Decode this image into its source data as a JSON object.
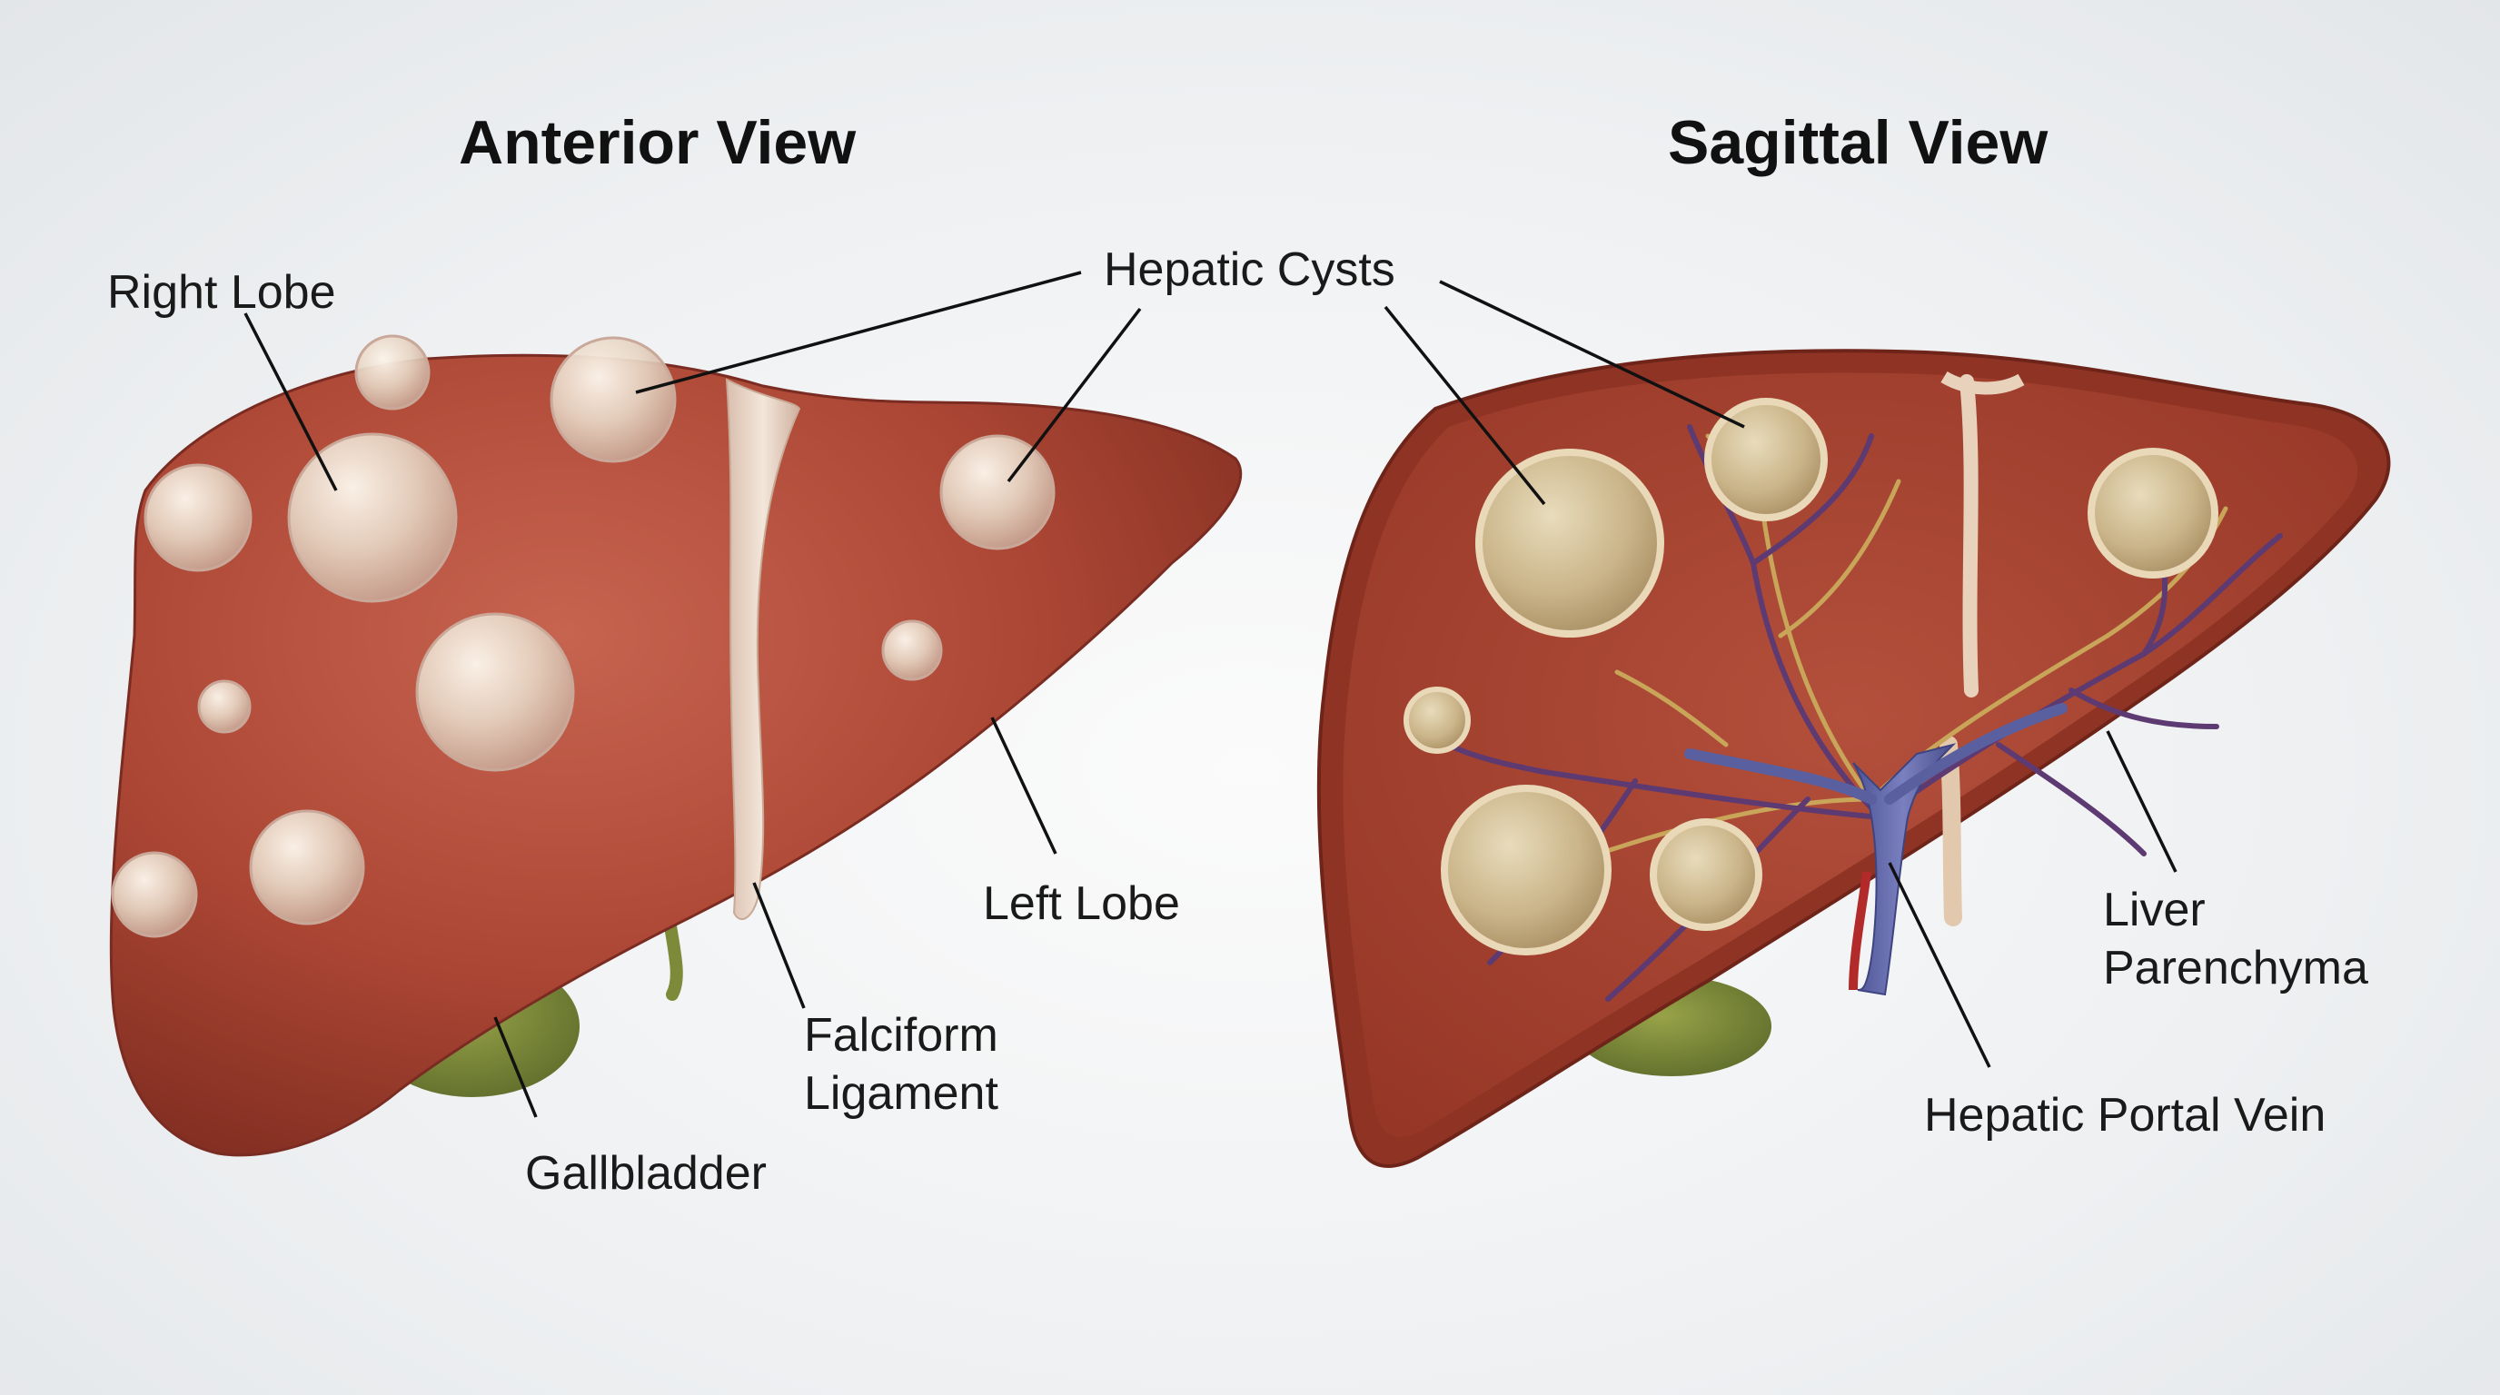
{
  "titles": {
    "anterior": "Anterior View",
    "sagittal": "Sagittal View"
  },
  "labels": {
    "right_lobe": "Right Lobe",
    "hepatic_cysts": "Hepatic Cysts",
    "left_lobe": "Left Lobe",
    "falciform_line1": "Falciform",
    "falciform_line2": "Ligament",
    "gallbladder": "Gallbladder",
    "parenchyma_line1": "Liver",
    "parenchyma_line2": "Parenchyma",
    "portal_vein": "Hepatic Portal Vein"
  },
  "colors": {
    "liver": "#b04a38",
    "liver_dark": "#7e2c20",
    "cut_tissue": "#a94030",
    "cyst": "#e8d9c8",
    "cyst_cut": "#cdb78f",
    "gallbladder": "#7c8a3a",
    "ligament": "#ead7c6",
    "vein_blue": "#5a5fa0",
    "vein_purple": "#6a3b6a",
    "bile_duct": "#c9a55a"
  }
}
